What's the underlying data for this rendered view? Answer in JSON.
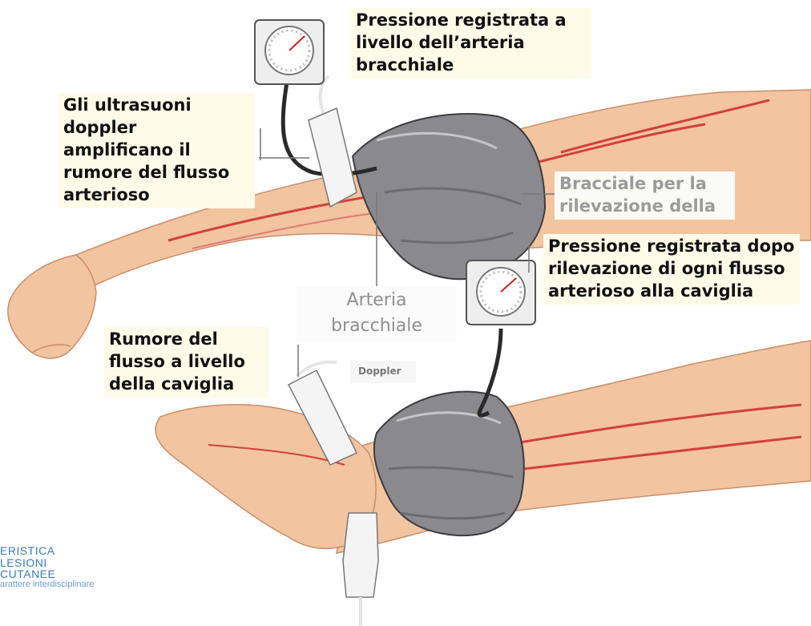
{
  "labels": {
    "brachial_pressure": "Pressione registrata a livello dell’arteria bracchiale",
    "doppler_amplify": "Gli ultrasuoni doppler amplificano il rumore del flusso arterioso",
    "cuff": "Bracciale per la rilevazione della",
    "ankle_pressure": "Pressione registrata dopo rilevazione di ogni flusso arterioso alla caviglia",
    "brachial_artery": "Arteria bracchiale",
    "ankle_noise": "Rumore del flusso  a livello della caviglia",
    "doppler": "Doppler"
  },
  "logo": {
    "line1": "ERISTICA",
    "line2": "LESIONI CUTANEE",
    "line3": "arattere interdisciplinare"
  },
  "colors": {
    "skin": "#f2c4a0",
    "artery": "#d2403c",
    "cuff": "#8a8a8e",
    "label_bg": "#fffbe8"
  }
}
